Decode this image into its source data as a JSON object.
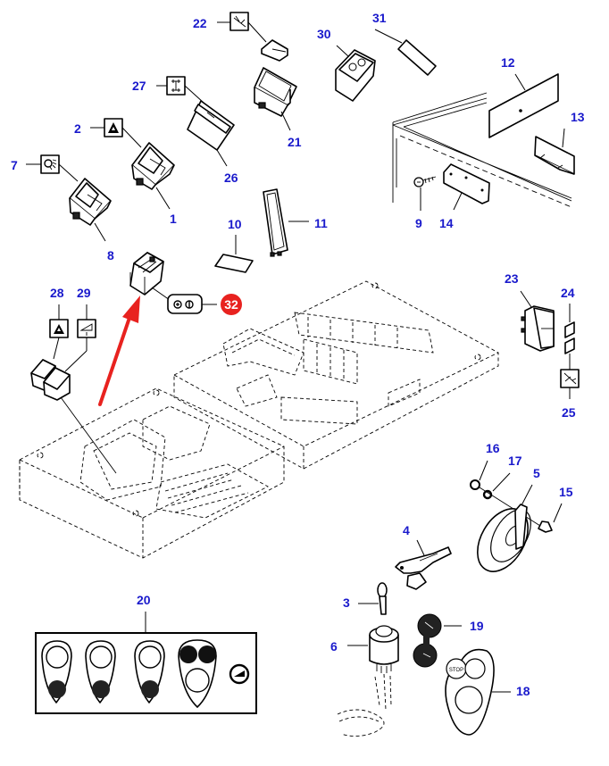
{
  "diagram": {
    "title": "Switches and instrument panel parts diagram",
    "label_color": "#1a1acc",
    "highlight_color": "#e8221f",
    "highlighted_part": "32",
    "callouts": {
      "p1": "1",
      "p2": "2",
      "p3": "3",
      "p4": "4",
      "p5": "5",
      "p6": "6",
      "p7": "7",
      "p8": "8",
      "p9": "9",
      "p10": "10",
      "p11": "11",
      "p12": "12",
      "p13": "13",
      "p14": "14",
      "p15": "15",
      "p16": "16",
      "p17": "17",
      "p18": "18",
      "p19": "19",
      "p20": "20",
      "p21": "21",
      "p22": "22",
      "p23": "23",
      "p24": "24",
      "p25": "25",
      "p26": "26",
      "p27": "27",
      "p28": "28",
      "p29": "29",
      "p30": "30",
      "p31": "31",
      "p32": "32"
    },
    "symbols": {
      "s2": "hazard-triangle-icon",
      "s7": "work-light-icon",
      "s22": "wiper-icon",
      "s25": "washer-icon",
      "s27": "four-wheel-drive-icon",
      "s28": "hazard-triangle-icon",
      "s29": "throttle-icon",
      "s32": "rotating-beacon-icon"
    },
    "decal18_text": "STOP"
  }
}
